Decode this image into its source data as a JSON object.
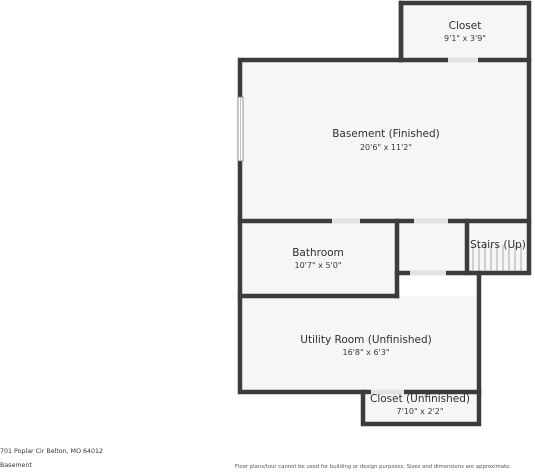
{
  "floor_plan": {
    "rooms": {
      "closet_top": {
        "name": "Closet",
        "dims": "9'1\" x 3'9\""
      },
      "basement": {
        "name": "Basement (Finished)",
        "dims": "20'6\" x 11'2\""
      },
      "bathroom": {
        "name": "Bathroom",
        "dims": "10'7\" x 5'0\""
      },
      "stairs": {
        "name": "Stairs (Up)"
      },
      "utility": {
        "name": "Utility Room (Unfinished)",
        "dims": "16'8\" x 6'3\""
      },
      "closet_bottom": {
        "name": "Closet (Unfinished)",
        "dims": "7'10\" x 2'2\""
      }
    },
    "colors": {
      "wall": "#3c3c3c",
      "floor": "#f6f6f6",
      "door": "#e2e2e2"
    }
  },
  "footer": {
    "address": "701 Poplar Cir Belton, MO 64012",
    "level": "Basement",
    "disclaimer": "Floor plans/tour cannot be used for building or design purposes. Sizes and dimensions are approximate."
  }
}
